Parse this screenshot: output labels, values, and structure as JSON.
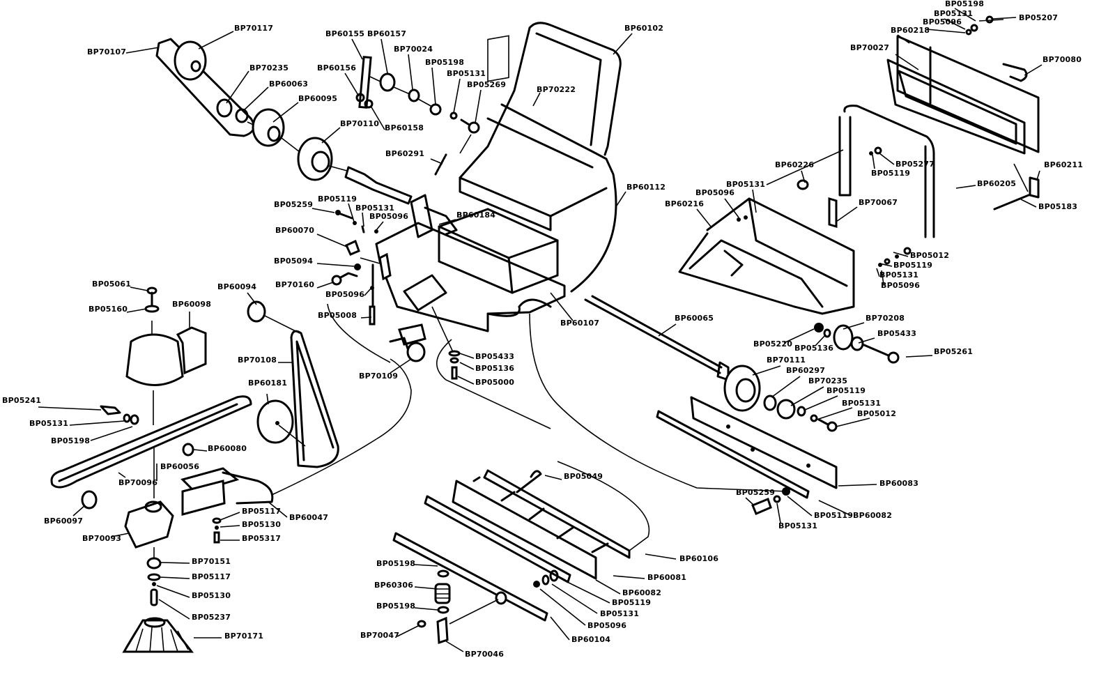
{
  "diagram": {
    "title": "",
    "type": "exploded-parts-diagram",
    "colors": {
      "ink": "#000000",
      "paper": "#ffffff"
    },
    "labels": [
      {
        "id": "l1",
        "text": "BP70117"
      },
      {
        "id": "l2",
        "text": "BP70107"
      },
      {
        "id": "l3",
        "text": "BP70235"
      },
      {
        "id": "l4",
        "text": "BP60063"
      },
      {
        "id": "l5",
        "text": "BP60095"
      },
      {
        "id": "l6",
        "text": "BP70110"
      },
      {
        "id": "l7",
        "text": "BP60155"
      },
      {
        "id": "l8",
        "text": "BP60157"
      },
      {
        "id": "l9",
        "text": "BP70024"
      },
      {
        "id": "l10",
        "text": "BP60156"
      },
      {
        "id": "l11",
        "text": "BP05198"
      },
      {
        "id": "l12",
        "text": "BP05131"
      },
      {
        "id": "l13",
        "text": "BP05269"
      },
      {
        "id": "l14",
        "text": "BP60158"
      },
      {
        "id": "l15",
        "text": "BP60102"
      },
      {
        "id": "l16",
        "text": "BP70222"
      },
      {
        "id": "l17",
        "text": "BP60291"
      },
      {
        "id": "l18",
        "text": "BP05198"
      },
      {
        "id": "l19",
        "text": "BP05131"
      },
      {
        "id": "l20",
        "text": "BP05096"
      },
      {
        "id": "l21",
        "text": "BP05207"
      },
      {
        "id": "l22",
        "text": "BP60218"
      },
      {
        "id": "l23",
        "text": "BP70027"
      },
      {
        "id": "l24",
        "text": "BP70080"
      },
      {
        "id": "l25",
        "text": "BP60226"
      },
      {
        "id": "l26",
        "text": "BP05277"
      },
      {
        "id": "l27",
        "text": "BP05119"
      },
      {
        "id": "l28",
        "text": "BP60211"
      },
      {
        "id": "l29",
        "text": "BP60205"
      },
      {
        "id": "l30",
        "text": "BP05183"
      },
      {
        "id": "l31",
        "text": "BP60112"
      },
      {
        "id": "l32",
        "text": "BP05131"
      },
      {
        "id": "l33",
        "text": "BP05096"
      },
      {
        "id": "l34",
        "text": "BP60216"
      },
      {
        "id": "l35",
        "text": "BP70067"
      },
      {
        "id": "l36",
        "text": "BP05012"
      },
      {
        "id": "l37",
        "text": "BP05119"
      },
      {
        "id": "l38",
        "text": "BP05131"
      },
      {
        "id": "l39",
        "text": "BP05096"
      },
      {
        "id": "l40",
        "text": "BP05259"
      },
      {
        "id": "l41",
        "text": "BP05119"
      },
      {
        "id": "l42",
        "text": "BP05131"
      },
      {
        "id": "l43",
        "text": "BP05096"
      },
      {
        "id": "l44",
        "text": "BP60184"
      },
      {
        "id": "l45",
        "text": "BP60070"
      },
      {
        "id": "l46",
        "text": "BP05094"
      },
      {
        "id": "l47",
        "text": "BP70160"
      },
      {
        "id": "l48",
        "text": "BP05096"
      },
      {
        "id": "l49",
        "text": "BP05008"
      },
      {
        "id": "l50",
        "text": "BP60107"
      },
      {
        "id": "l51",
        "text": "BP05061"
      },
      {
        "id": "l52",
        "text": "BP05160"
      },
      {
        "id": "l53",
        "text": "BP60098"
      },
      {
        "id": "l54",
        "text": "BP60094"
      },
      {
        "id": "l55",
        "text": "BP70108"
      },
      {
        "id": "l56",
        "text": "BP60181"
      },
      {
        "id": "l57",
        "text": "BP70109"
      },
      {
        "id": "l58",
        "text": "BP05433"
      },
      {
        "id": "l59",
        "text": "BP05136"
      },
      {
        "id": "l60",
        "text": "BP05000"
      },
      {
        "id": "l61",
        "text": "BP60065"
      },
      {
        "id": "l62",
        "text": "BP05220"
      },
      {
        "id": "l63",
        "text": "BP05136"
      },
      {
        "id": "l64",
        "text": "BP70208"
      },
      {
        "id": "l65",
        "text": "BP05433"
      },
      {
        "id": "l66",
        "text": "BP05261"
      },
      {
        "id": "l67",
        "text": "BP70111"
      },
      {
        "id": "l68",
        "text": "BP60297"
      },
      {
        "id": "l69",
        "text": "BP70235"
      },
      {
        "id": "l70",
        "text": "BP05119"
      },
      {
        "id": "l71",
        "text": "BP05131"
      },
      {
        "id": "l72",
        "text": "BP05012"
      },
      {
        "id": "l73",
        "text": "BP05241"
      },
      {
        "id": "l74",
        "text": "BP05131"
      },
      {
        "id": "l75",
        "text": "BP05198"
      },
      {
        "id": "l76",
        "text": "BP60080"
      },
      {
        "id": "l77",
        "text": "BP60056"
      },
      {
        "id": "l78",
        "text": "BP70096"
      },
      {
        "id": "l79",
        "text": "BP60097"
      },
      {
        "id": "l80",
        "text": "BP70093"
      },
      {
        "id": "l81",
        "text": "BP60047"
      },
      {
        "id": "l82",
        "text": "BP05117"
      },
      {
        "id": "l83",
        "text": "BP05130"
      },
      {
        "id": "l84",
        "text": "BP05317"
      },
      {
        "id": "l85",
        "text": "BP70151"
      },
      {
        "id": "l86",
        "text": "BP05117"
      },
      {
        "id": "l87",
        "text": "BP05130"
      },
      {
        "id": "l88",
        "text": "BP05237"
      },
      {
        "id": "l89",
        "text": "BP70171"
      },
      {
        "id": "l90",
        "text": "BP05049"
      },
      {
        "id": "l91",
        "text": "BP60106"
      },
      {
        "id": "l92",
        "text": "BP60081"
      },
      {
        "id": "l93",
        "text": "BP60082"
      },
      {
        "id": "l94",
        "text": "BP05119"
      },
      {
        "id": "l95",
        "text": "BP05131"
      },
      {
        "id": "l96",
        "text": "BP05096"
      },
      {
        "id": "l97",
        "text": "BP60104"
      },
      {
        "id": "l98",
        "text": "BP05198"
      },
      {
        "id": "l99",
        "text": "BP60306"
      },
      {
        "id": "l100",
        "text": "BP05198"
      },
      {
        "id": "l101",
        "text": "BP70047"
      },
      {
        "id": "l102",
        "text": "BP70046"
      },
      {
        "id": "l103",
        "text": "BP60083"
      },
      {
        "id": "l104",
        "text": "BP05259"
      },
      {
        "id": "l105",
        "text": "BP05119"
      },
      {
        "id": "l106",
        "text": "BP60082"
      },
      {
        "id": "l107",
        "text": "BP05131"
      }
    ]
  }
}
